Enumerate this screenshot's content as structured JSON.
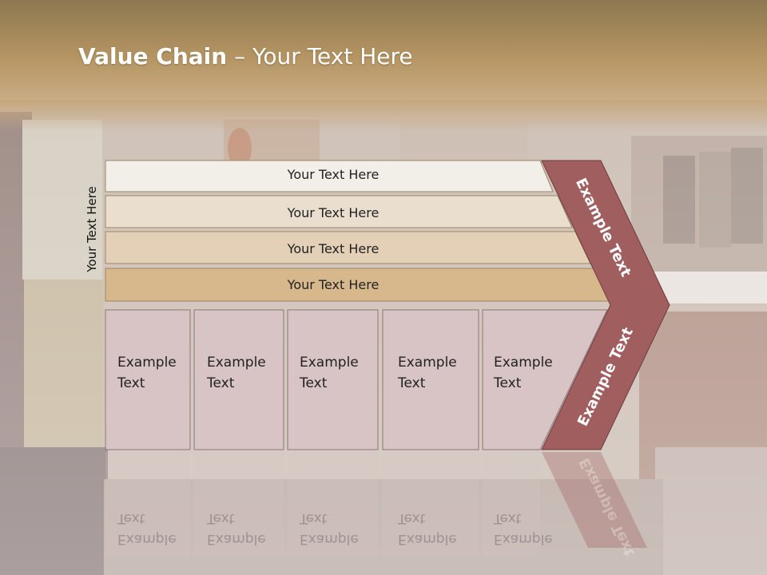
{
  "slide": {
    "title_bold": "Value Chain",
    "title_rest": " – Your Text Here",
    "side_label": "Your Text Here",
    "rows": [
      {
        "label": "Your Text Here",
        "color": "#f2eee8"
      },
      {
        "label": "Your Text Here",
        "color": "#eadfcf"
      },
      {
        "label": "Your Text Here",
        "color": "#e3d0b6"
      },
      {
        "label": "Your Text Here",
        "color": "#d6b88c"
      }
    ],
    "cards": [
      {
        "line1": "Example",
        "line2": "Text"
      },
      {
        "line1": "Example",
        "line2": "Text"
      },
      {
        "line1": "Example",
        "line2": "Text"
      },
      {
        "line1": "Example",
        "line2": "Text"
      },
      {
        "line1": "Example",
        "line2": "Text"
      }
    ],
    "arrow_upper_label": "Example Text",
    "arrow_lower_label": "Example Text",
    "colors": {
      "header_band": "#b08e5b",
      "card_fill": "#d8c4c4",
      "arrow_fill": "#a05e5f",
      "row_border": "#9c8665"
    }
  }
}
